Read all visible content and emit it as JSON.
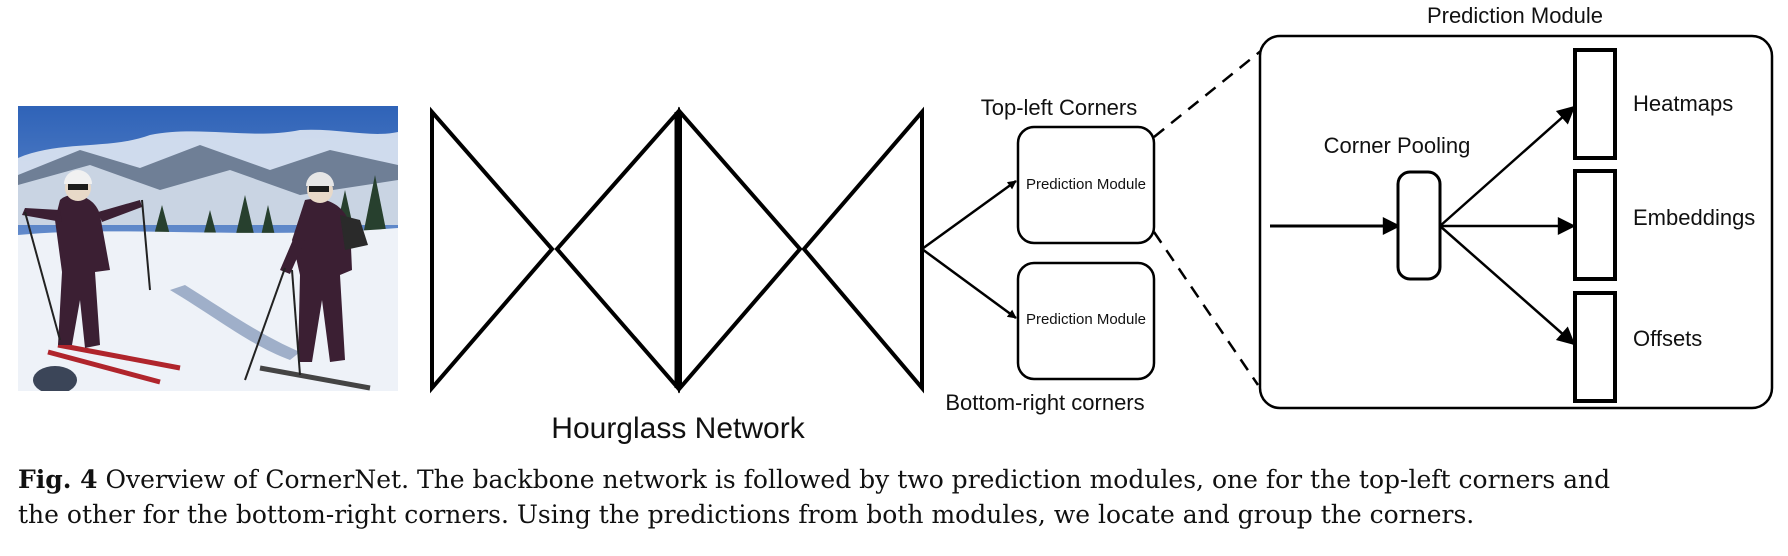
{
  "diagram": {
    "backbone_label": "Hourglass Network",
    "top_left_label": "Top-left Corners",
    "bottom_right_label": "Bottom-right corners",
    "module_small_label": "Prediction Module",
    "module_large_title": "Prediction Module",
    "corner_pooling_label": "Corner Pooling",
    "outputs": [
      "Heatmaps",
      "Embeddings",
      "Offsets"
    ]
  },
  "caption": {
    "label": "Fig. 4",
    "line1": "Overview of CornerNet. The backbone network is followed by two prediction modules, one for the top-left corners and",
    "line2": "the other for the bottom-right corners. Using the predictions from both modules, we locate and group the corners."
  },
  "colors": {
    "sky": "#3a6fc0",
    "snow": "#eef2f8",
    "jacket": "#3b1f33",
    "skis": "#b0252c"
  }
}
